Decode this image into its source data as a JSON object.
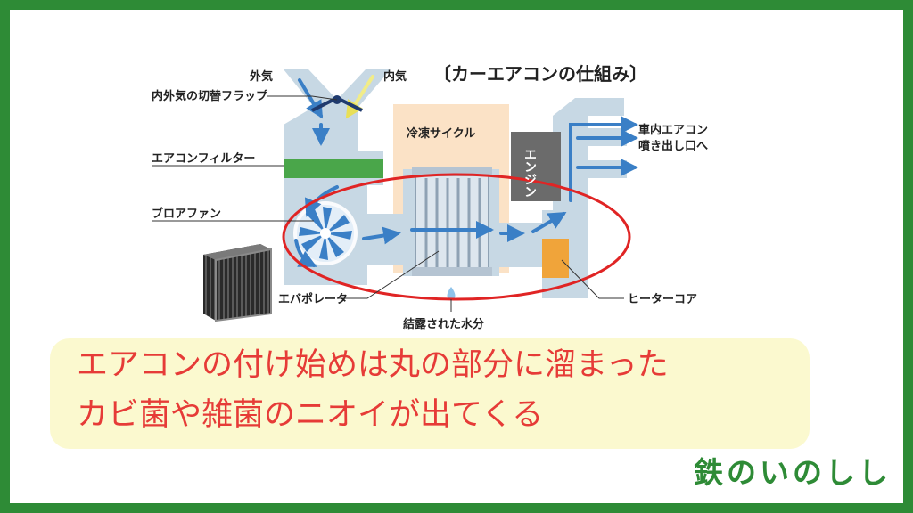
{
  "title": "〔カーエアコンの仕組み〕",
  "labels": {
    "outside_air": "外気",
    "inside_air": "内気",
    "flap": "内外気の切替フラップ",
    "filter": "エアコンフィルター",
    "blower": "ブロアファン",
    "evaporator": "エバポレータ",
    "condensed_water": "結露された水分",
    "refrigeration_cycle": "冷凍サイクル",
    "engine": "エンジン",
    "outlet_line1": "車内エアコン",
    "outlet_line2": "噴き出し口へ",
    "heater_core": "ヒーターコア"
  },
  "caption": {
    "line1": "エアコンの付け始めは丸の部分に溜まった",
    "line2": "カビ菌や雑菌のニオイが出てくる"
  },
  "brand": "鉄のいのしし",
  "colors": {
    "frame": "#2e8b36",
    "duct": "#c7d8e4",
    "airflow": "#3a7fc6",
    "inside_air_arrow": "#f1ec88",
    "filter": "#4aa64a",
    "refrigeration_box": "#fbe2c6",
    "engine": "#6b6b6b",
    "heater_core": "#f0a43a",
    "highlight_circle": "#e02424",
    "caption_bg": "#fbf9cf",
    "caption_text": "#e63b37"
  }
}
